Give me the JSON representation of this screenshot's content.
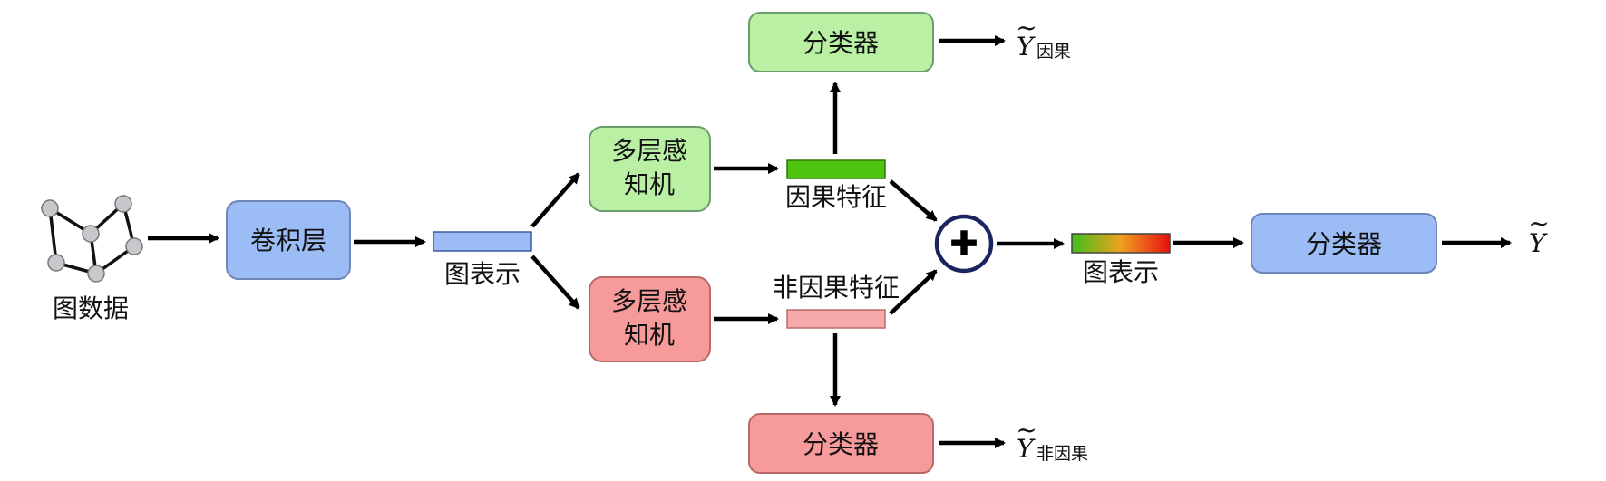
{
  "nodes": {
    "graph_data_label": "图数据",
    "conv_layer": "卷积层",
    "graph_repr_1": "图表示",
    "mlp_causal": [
      "多层感",
      "知机"
    ],
    "mlp_noncausal": [
      "多层感",
      "知机"
    ],
    "causal_feature": "因果特征",
    "noncausal_feature": "非因果特征",
    "classifier_causal": "分类器",
    "classifier_noncausal": "分类器",
    "classifier_final": "分类器",
    "graph_repr_2": "图表示",
    "combine_symbol": "✚"
  },
  "outputs": {
    "y_symbol": "Y",
    "tilde": "~",
    "causal_sub": "因果",
    "noncausal_sub": "非因果"
  },
  "colors": {
    "green_fill": "#b9f0a4",
    "green_stroke": "#6a9e6a",
    "red_fill": "#f79a9a",
    "red_stroke": "#b86a6a",
    "blue_fill": "#9cbcf5",
    "blue_stroke": "#6e86b8",
    "causal_bar": "#4ec40e",
    "noncausal_bar": "#f6a9aa",
    "node_fill": "#c8c8cc"
  }
}
